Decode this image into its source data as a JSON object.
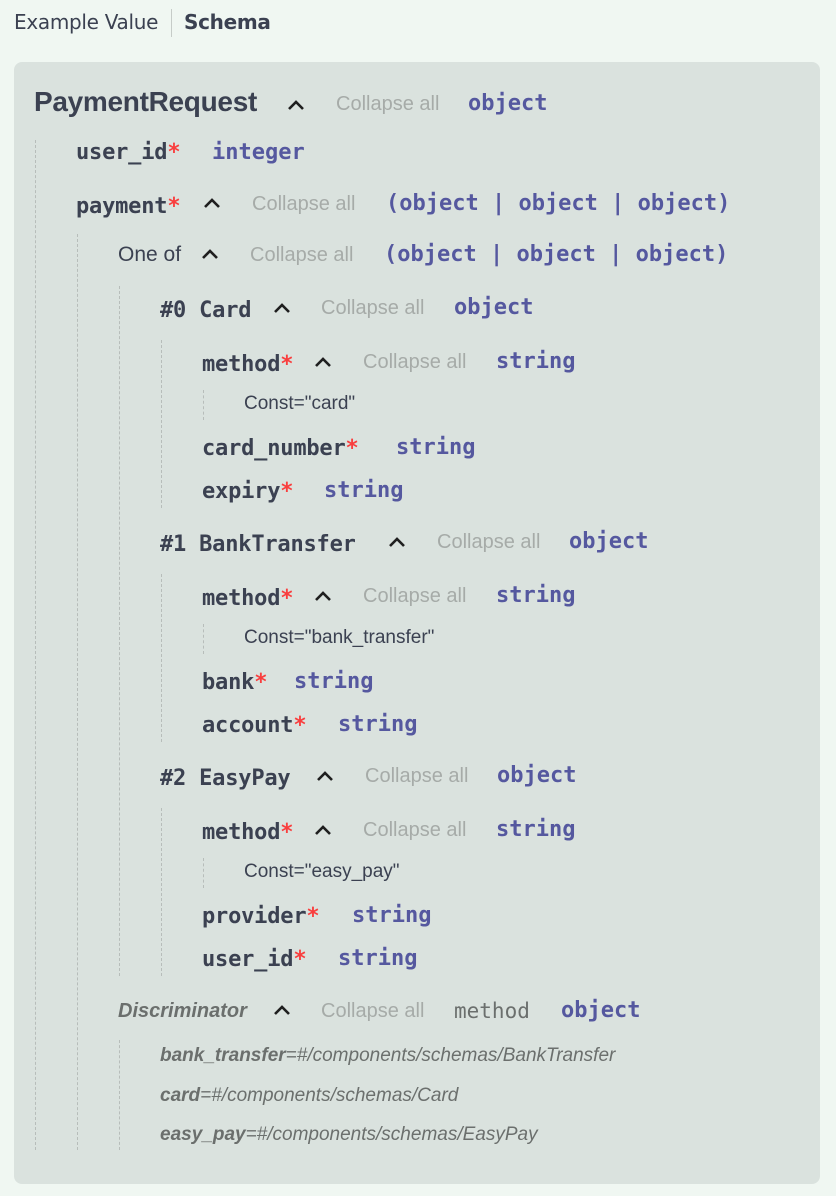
{
  "tabs": {
    "example_value": "Example Value",
    "schema": "Schema"
  },
  "root": {
    "title": "PaymentRequest",
    "collapse": "Collapse all",
    "type": "object"
  },
  "user_id": {
    "name": "user_id",
    "type": "integer"
  },
  "payment": {
    "name": "payment",
    "collapse": "Collapse all",
    "type": "(object | object | object)"
  },
  "one_of": {
    "label": "One of",
    "collapse": "Collapse all",
    "type": "(object | object | object)"
  },
  "variants": [
    {
      "title": "#0 Card",
      "collapse": "Collapse all",
      "type": "object",
      "method": {
        "name": "method",
        "collapse": "Collapse all",
        "type": "string",
        "const": "Const=\"card\""
      },
      "props": [
        {
          "name": "card_number",
          "type": "string"
        },
        {
          "name": "expiry",
          "type": "string"
        }
      ]
    },
    {
      "title": "#1 BankTransfer",
      "collapse": "Collapse all",
      "type": "object",
      "method": {
        "name": "method",
        "collapse": "Collapse all",
        "type": "string",
        "const": "Const=\"bank_transfer\""
      },
      "props": [
        {
          "name": "bank",
          "type": "string"
        },
        {
          "name": "account",
          "type": "string"
        }
      ]
    },
    {
      "title": "#2 EasyPay",
      "collapse": "Collapse all",
      "type": "object",
      "method": {
        "name": "method",
        "collapse": "Collapse all",
        "type": "string",
        "const": "Const=\"easy_pay\""
      },
      "props": [
        {
          "name": "provider",
          "type": "string"
        },
        {
          "name": "user_id",
          "type": "string"
        }
      ]
    }
  ],
  "discriminator": {
    "label": "Discriminator",
    "collapse": "Collapse all",
    "property": "method",
    "type": "object",
    "mappings": [
      {
        "key": "bank_transfer",
        "value": "=#/components/schemas/BankTransfer"
      },
      {
        "key": "card",
        "value": "=#/components/schemas/Card"
      },
      {
        "key": "easy_pay",
        "value": "=#/components/schemas/EasyPay"
      }
    ]
  },
  "required_marker": "*",
  "colors": {
    "background": "#f0f7f2",
    "panel": "#dae2de",
    "type": "#55589f",
    "required": "#f93e3e",
    "muted": "#a6aba8"
  }
}
